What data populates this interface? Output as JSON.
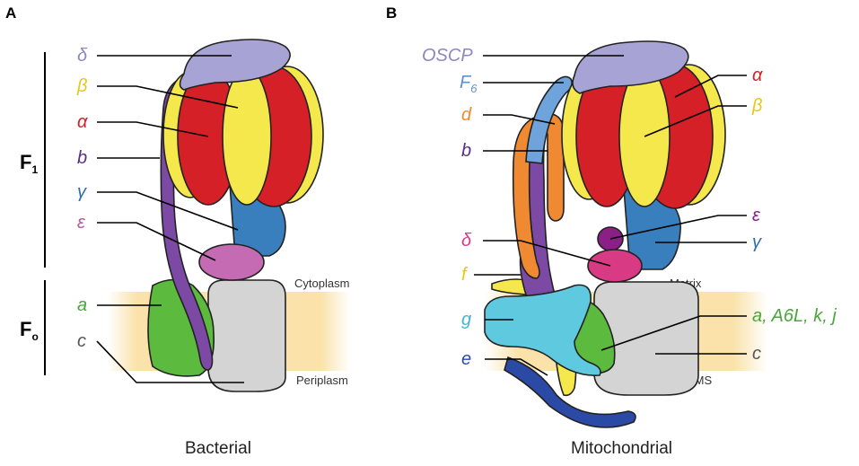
{
  "panels": {
    "a_letter": "A",
    "b_letter": "B",
    "a_caption": "Bacterial",
    "b_caption": "Mitochondrial"
  },
  "sectors": {
    "f1_main": "F",
    "f1_sub": "1",
    "fo_main": "F",
    "fo_sub": "o"
  },
  "regions": {
    "bacterial_top": "Cytoplasm",
    "bacterial_bottom": "Periplasm",
    "mito_top": "Matrix",
    "mito_bottom": "IMS"
  },
  "bacterial_labels": {
    "delta": "δ",
    "beta": "β",
    "alpha": "α",
    "b": "b",
    "gamma": "γ",
    "epsilon": "ε",
    "a": "a",
    "c": "c"
  },
  "mito_labels": {
    "oscp": "OSCP",
    "f6_main": "F",
    "f6_sub": "6",
    "d": "d",
    "b": "b",
    "delta": "δ",
    "f": "f",
    "g": "g",
    "e": "e",
    "alpha": "α",
    "beta": "β",
    "epsilon": "ε",
    "gamma": "γ",
    "a_group": "a, A6L, k, j",
    "c": "c"
  },
  "colors": {
    "alpha": "#d62027",
    "beta": "#f4e84c",
    "gamma": "#3a7fbd",
    "delta_oscp": "#a7a3d4",
    "epsilon_bact": "#c46bb4",
    "stalk_b": "#7c4aa5",
    "a_subunit": "#5cba3f",
    "c_ring": "#d4d4d4",
    "membrane": "#f8d98e",
    "mito_delta": "#d93a84",
    "mito_epsilon": "#8a1f86",
    "f6": "#6fa3dc",
    "d": "#ef8a33",
    "g": "#5ec9df",
    "e": "#2b4aa6",
    "f": "#f4e84c"
  }
}
